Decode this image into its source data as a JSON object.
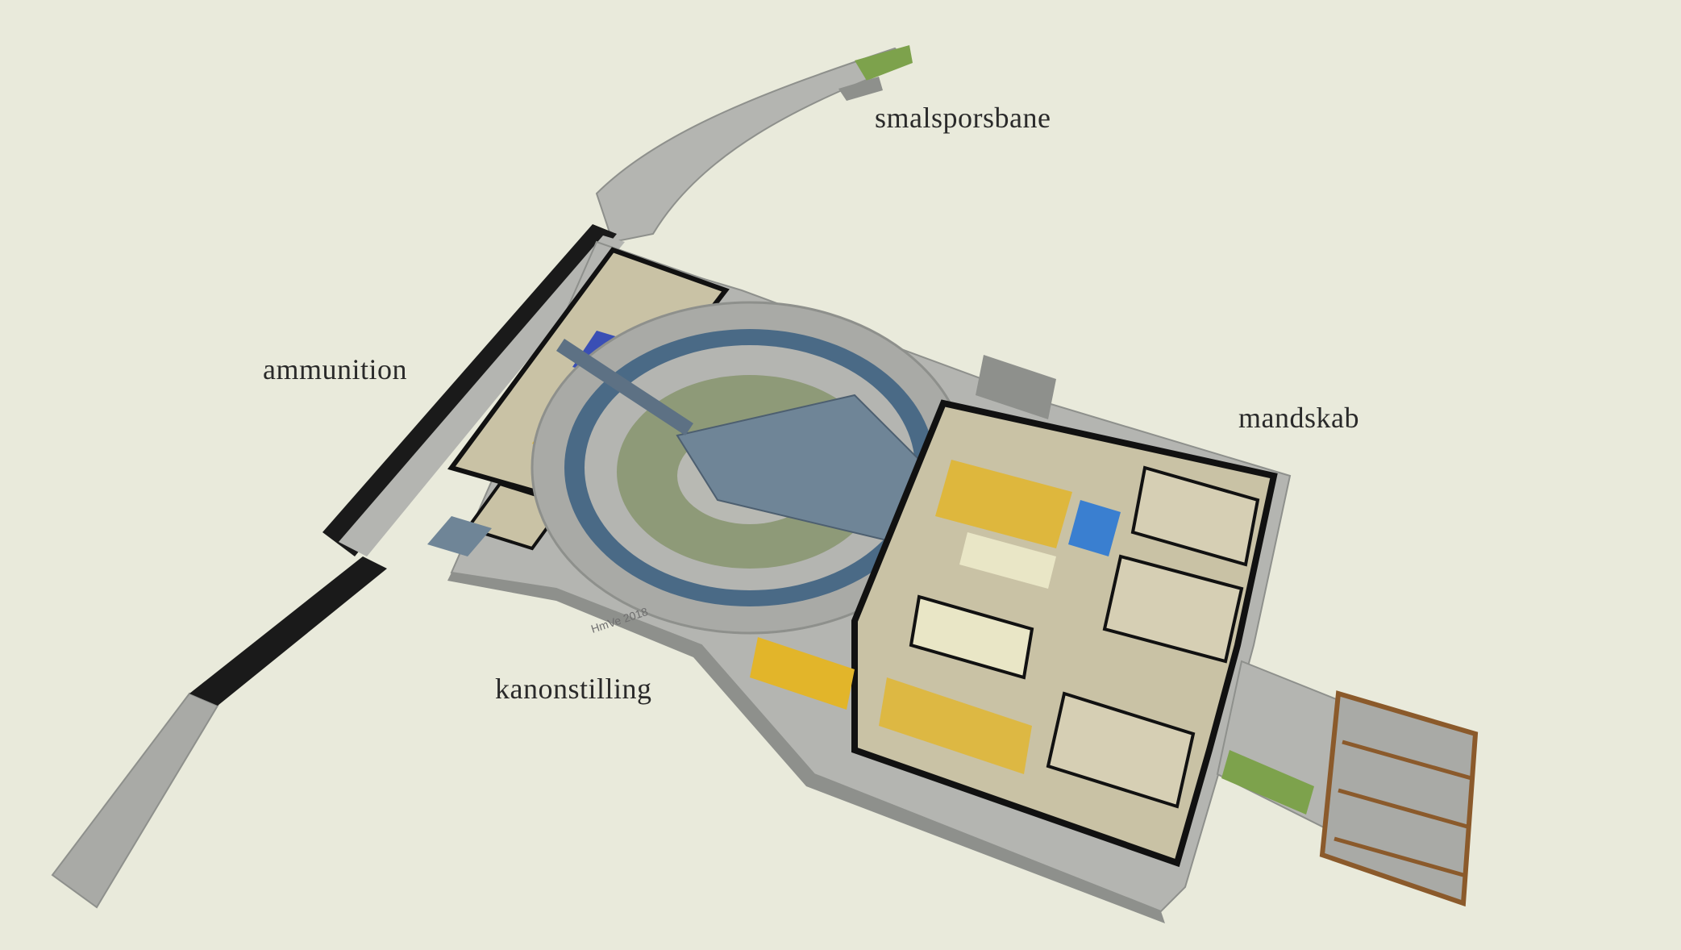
{
  "labels": {
    "narrow_gauge": "smalsporsbane",
    "ammunition": "ammunition",
    "crew": "mandskab",
    "gun_emplacement": "kanonstilling"
  },
  "watermark": "HmVe 2018",
  "colors": {
    "background": "#e9eadb",
    "concrete": "#b4b5b1",
    "concrete_dark": "#8e908c",
    "wall": "#111111",
    "room_floor": "#c9c2a5",
    "yellow": "#e2b52a",
    "blue": "#3a4fb5",
    "grass": "#7da24c",
    "gun": "#6f8597",
    "wood": "#8b5a2b"
  }
}
